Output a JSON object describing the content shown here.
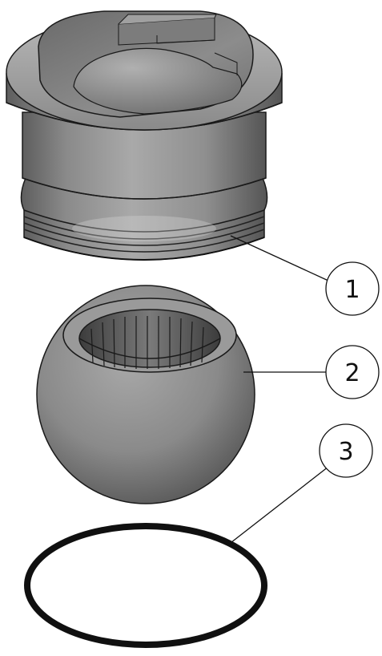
{
  "drawing": {
    "parts": [
      {
        "id": "housing",
        "balloon": "1"
      },
      {
        "id": "ball",
        "balloon": "2"
      },
      {
        "id": "o-ring",
        "balloon": "3"
      }
    ]
  },
  "colors": {
    "body_mid": "#8c8c8c",
    "body_dark": "#4a4a4a",
    "body_light": "#c4c4c4",
    "outline": "#1a1a1a",
    "ring": "#101010",
    "background": "#ffffff"
  }
}
